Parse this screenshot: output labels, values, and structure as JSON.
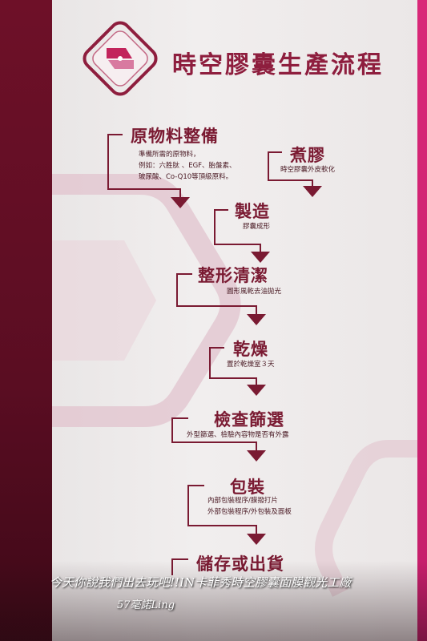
{
  "sign": {
    "title": "時空膠囊生產流程",
    "steps": [
      {
        "name": "原物料整備",
        "desc": [
          "準備所需的原物料，",
          "例如：六胜肽 、EGF、胎盤素、",
          "玻尿酸、Co-Q10等頂級原料。"
        ]
      },
      {
        "name": "煮膠",
        "desc": [
          "時空膠囊外皮軟化"
        ]
      },
      {
        "name": "製造",
        "desc": [
          "膠囊成形"
        ]
      },
      {
        "name": "整形清潔",
        "desc": [
          "圓形風乾去油拋光"
        ]
      },
      {
        "name": "乾燥",
        "desc": [
          "置於乾燥室３天"
        ]
      },
      {
        "name": "檢查篩選",
        "desc": [
          "外型篩選、檢驗內容物是否有外露"
        ]
      },
      {
        "name": "包裝",
        "desc": [
          "內部包裝程序/膜撥打片",
          "外部包裝程序/外包裝及面板"
        ]
      },
      {
        "name": "儲存或出貨",
        "desc": []
      }
    ]
  },
  "caption": {
    "line1": "今天你說我們出去玩吧!!IN卡菲秀時空膠囊面膜觀光工廠",
    "line2": "57毫諾Ling"
  },
  "colors": {
    "accent": "#7a1a32",
    "brand": "#b3194f",
    "board": "#eeeaea"
  }
}
